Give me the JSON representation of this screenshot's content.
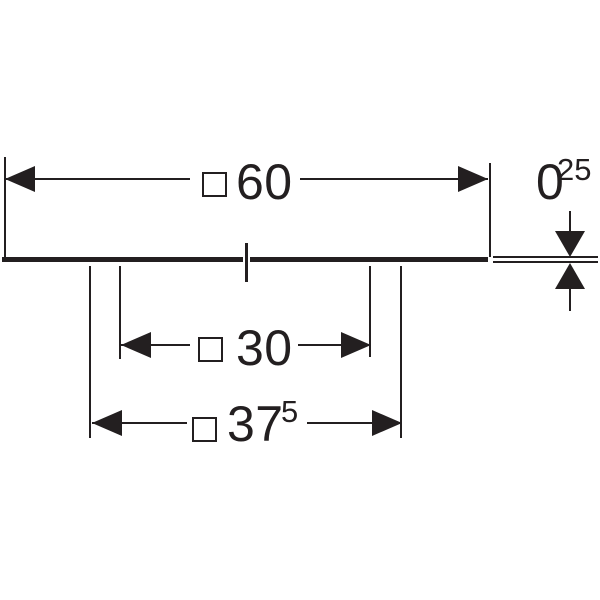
{
  "colors": {
    "background": "#ffffff",
    "ink": "#231f20"
  },
  "diagram": {
    "type": "technical-dimension-drawing",
    "subject": "flat square cover plate, side section view with width and thickness dimensions",
    "dimensions": {
      "overall_width": {
        "symbol": "square-section",
        "value": "60"
      },
      "inner_width": {
        "symbol": "square-section",
        "value": "30"
      },
      "outer_width": {
        "symbol": "square-section",
        "value": "37",
        "sup": "5"
      },
      "thickness": {
        "value": "0",
        "sup": "25"
      }
    }
  }
}
